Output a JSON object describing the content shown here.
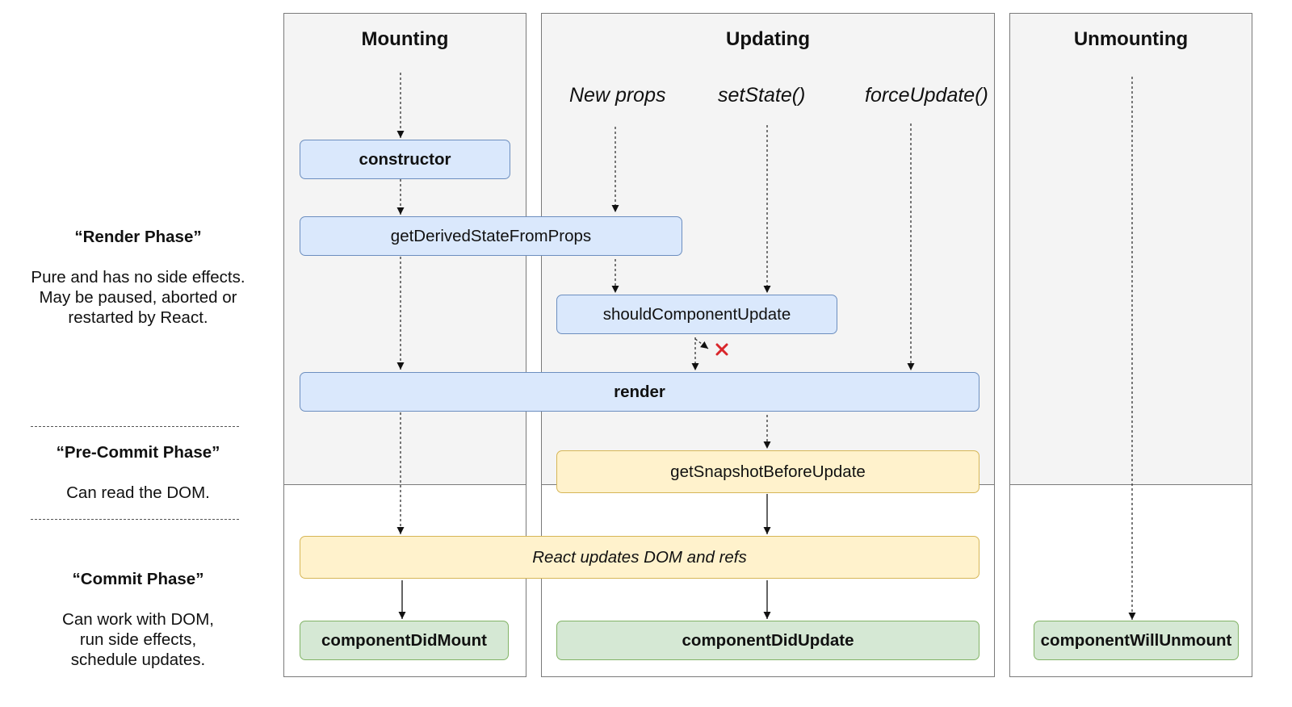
{
  "columns": {
    "mounting": "Mounting",
    "updating": "Updating",
    "unmounting": "Unmounting"
  },
  "triggers": {
    "new_props": "New props",
    "set_state": "setState()",
    "force_update": "forceUpdate()"
  },
  "methods": {
    "constructor": "constructor",
    "get_derived_state": "getDerivedStateFromProps",
    "should_component_update": "shouldComponentUpdate",
    "render": "render",
    "get_snapshot": "getSnapshotBeforeUpdate",
    "react_updates": "React updates DOM and refs",
    "did_mount": "componentDidMount",
    "did_update": "componentDidUpdate",
    "will_unmount": "componentWillUnmount"
  },
  "phases": {
    "render": {
      "title": "“Render Phase”",
      "line1": "Pure and has no side effects.",
      "line2": "May be paused, aborted or",
      "line3": "restarted by React."
    },
    "pre_commit": {
      "title": "“Pre-Commit Phase”",
      "line1": "Can read the DOM."
    },
    "commit": {
      "title": "“Commit Phase”",
      "line1": "Can work with DOM,",
      "line2": "run side effects,",
      "line3": "schedule updates."
    }
  },
  "colors": {
    "render_phase_fill": "#dae8fc",
    "pre_commit_fill": "#fff2cc",
    "commit_fill": "#d5e8d4",
    "abort_mark": "#d9262b"
  },
  "icons": {
    "abort": "close-icon"
  }
}
